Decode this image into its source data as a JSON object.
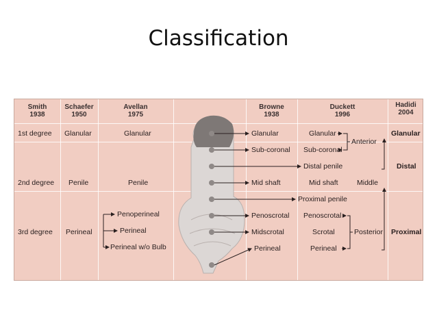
{
  "slide": {
    "title": "Classification"
  },
  "headers": {
    "smith": {
      "name": "Smith",
      "year": "1938"
    },
    "schaefer": {
      "name": "Schaefer",
      "year": "1950"
    },
    "avellan": {
      "name": "Avellan",
      "year": "1975"
    },
    "browne": {
      "name": "Browne",
      "year": "1938"
    },
    "duckett": {
      "name": "Duckett",
      "year": "1996"
    },
    "hadidi": {
      "name": "Hadidi",
      "year": "2004"
    }
  },
  "smith": {
    "first": "1st degree",
    "second": "2nd degree",
    "third": "3rd degree"
  },
  "schaefer": {
    "glanular": "Glanular",
    "penile": "Penile",
    "perineal": "Perineal"
  },
  "avellan": {
    "glanular": "Glanular",
    "penile": "Penile",
    "penoperineal": "Penoperineal",
    "perineal": "Perineal",
    "perineal_wo_bulb": "Perineal w/o Bulb"
  },
  "browne": {
    "glanular": "Glanular",
    "sub_coronal": "Sub-coronal",
    "distal_penile": "Distal penile",
    "mid_shaft": "Mid shaft",
    "proximal_penile": "Proximal penile",
    "penoscrotal": "Penoscrotal",
    "midscrotal": "Midscrotal",
    "perineal": "Perineal"
  },
  "duckett": {
    "glanular": "Glanular",
    "sub_coronal": "Sub-coronal",
    "mid_shaft": "Mid shaft",
    "penoscrotal": "Penoscrotal",
    "scrotal": "Scrotal",
    "perineal": "Perineal",
    "anterior": "Anterior",
    "middle": "Middle",
    "posterior": "Posterior"
  },
  "hadidi": {
    "glanular": "Glanular",
    "distal": "Distal",
    "proximal": "Proximal"
  }
}
